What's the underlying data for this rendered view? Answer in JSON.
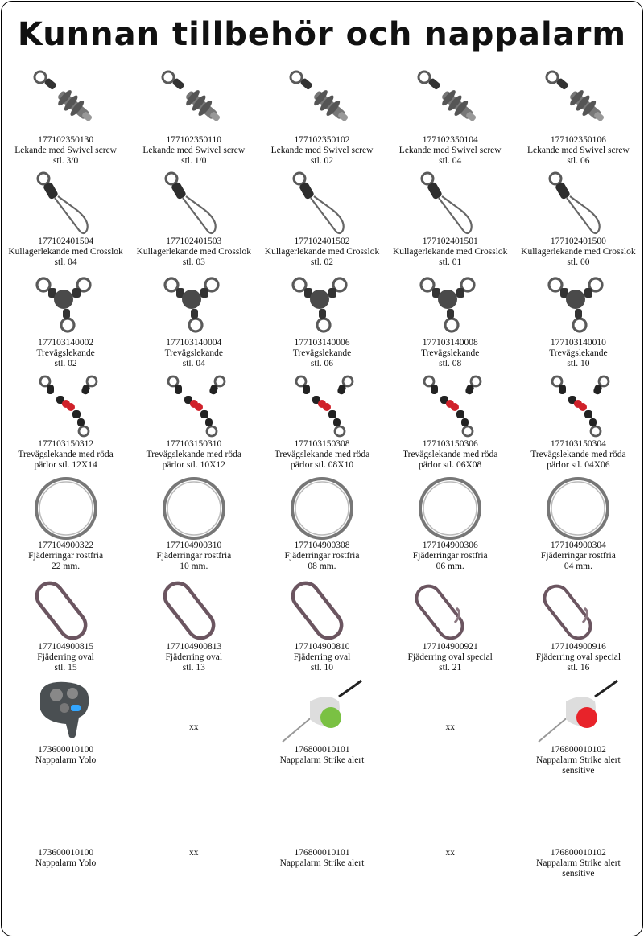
{
  "title": "Kunnan tillbehör och nappalarm",
  "rows": [
    {
      "icon": "screw-swivel-icon",
      "items": [
        {
          "code": "177102350130",
          "name": "Lekande med Swivel screw",
          "size": "stl. 3/0"
        },
        {
          "code": "177102350110",
          "name": "Lekande med Swivel screw",
          "size": "stl. 1/0"
        },
        {
          "code": "177102350102",
          "name": "Lekande med Swivel screw",
          "size": "stl. 02"
        },
        {
          "code": "177102350104",
          "name": "Lekande med Swivel screw",
          "size": "stl. 04"
        },
        {
          "code": "177102350106",
          "name": "Lekande med Swivel screw",
          "size": "stl. 06"
        }
      ]
    },
    {
      "icon": "crosslok-swivel-icon",
      "items": [
        {
          "code": "177102401504",
          "name": "Kullagerlekande med Crosslok",
          "size": "stl. 04"
        },
        {
          "code": "177102401503",
          "name": "Kullagerlekande med Crosslok",
          "size": "stl. 03"
        },
        {
          "code": "177102401502",
          "name": "Kullagerlekande med Crosslok",
          "size": "stl. 02"
        },
        {
          "code": "177102401501",
          "name": "Kullagerlekande med Crosslok",
          "size": "stl. 01"
        },
        {
          "code": "177102401500",
          "name": "Kullagerlekande med Crosslok",
          "size": "stl. 00"
        }
      ]
    },
    {
      "icon": "three-way-swivel-icon",
      "items": [
        {
          "code": "177103140002",
          "name": "Trevägslekande",
          "size": "stl. 02"
        },
        {
          "code": "177103140004",
          "name": "Trevägslekande",
          "size": "stl. 04"
        },
        {
          "code": "177103140006",
          "name": "Trevägslekande",
          "size": "stl. 06"
        },
        {
          "code": "177103140008",
          "name": "Trevägslekande",
          "size": "stl. 08"
        },
        {
          "code": "177103140010",
          "name": "Trevägslekande",
          "size": "stl. 10"
        }
      ]
    },
    {
      "icon": "red-bead-swivel-icon",
      "items": [
        {
          "code": "177103150312",
          "name": "Trevägslekande med röda",
          "size": "pärlor stl. 12X14"
        },
        {
          "code": "177103150310",
          "name": "Trevägslekande med röda",
          "size": "pärlor stl. 10X12"
        },
        {
          "code": "177103150308",
          "name": "Trevägslekande med röda",
          "size": "pärlor stl. 08X10"
        },
        {
          "code": "177103150306",
          "name": "Trevägslekande med röda",
          "size": "pärlor stl. 06X08"
        },
        {
          "code": "177103150304",
          "name": "Trevägslekande med röda",
          "size": "pärlor stl. 04X06"
        }
      ]
    },
    {
      "icon": "split-ring-icon",
      "items": [
        {
          "code": "177104900322",
          "name": "Fjäderringar rostfria",
          "size": "22 mm."
        },
        {
          "code": "177104900310",
          "name": "Fjäderringar rostfria",
          "size": "10 mm."
        },
        {
          "code": "177104900308",
          "name": "Fjäderringar rostfria",
          "size": "08 mm."
        },
        {
          "code": "177104900306",
          "name": "Fjäderringar rostfria",
          "size": "06 mm."
        },
        {
          "code": "177104900304",
          "name": "Fjäderringar rostfria",
          "size": "04 mm."
        }
      ]
    },
    {
      "icon": "oval-ring-icon",
      "items": [
        {
          "code": "177104900815",
          "name": "Fjäderring oval",
          "size": "stl. 15",
          "variant": "oval"
        },
        {
          "code": "177104900813",
          "name": "Fjäderring oval",
          "size": "stl. 13",
          "variant": "oval"
        },
        {
          "code": "177104900810",
          "name": "Fjäderring oval",
          "size": "stl. 10",
          "variant": "oval"
        },
        {
          "code": "177104900921",
          "name": "Fjäderring oval special",
          "size": "stl. 21",
          "variant": "special"
        },
        {
          "code": "177104900916",
          "name": "Fjäderring oval special",
          "size": "stl. 16",
          "variant": "special"
        }
      ]
    }
  ],
  "alarm_row": [
    {
      "code": "173600010100",
      "name": "Nappalarm Yolo",
      "size": "",
      "icon": "yolo-alarm-icon"
    },
    {
      "code": "",
      "name": "xx",
      "size": "",
      "icon": ""
    },
    {
      "code": "176800010101",
      "name": "Nappalarm Strike alert",
      "size": "",
      "icon": "strike-alert-green-icon"
    },
    {
      "code": "",
      "name": "xx",
      "size": "",
      "icon": ""
    },
    {
      "code": "176800010102",
      "name": "Nappalarm Strike alert",
      "size": "sensitive",
      "icon": "strike-alert-red-icon"
    }
  ],
  "text_row": [
    {
      "code": "173600010100",
      "name": "Nappalarm Yolo",
      "size": ""
    },
    {
      "code": "",
      "name": "xx",
      "size": ""
    },
    {
      "code": "176800010101",
      "name": "Nappalarm Strike alert",
      "size": ""
    },
    {
      "code": "",
      "name": "xx",
      "size": ""
    },
    {
      "code": "176800010102",
      "name": "Nappalarm Strike alert",
      "size": "sensitive"
    }
  ],
  "colors": {
    "metal": "#5a5a5a",
    "bead": "#d0212a",
    "green_led": "#7ac143",
    "red_led": "#e8232a",
    "alarm_body": "#4a4f52"
  }
}
